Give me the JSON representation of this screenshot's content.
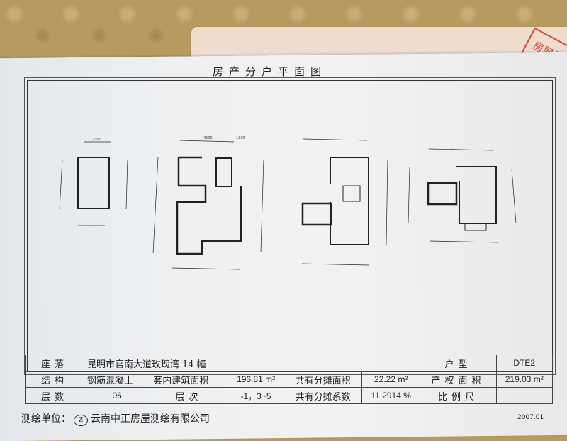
{
  "document": {
    "title": "房产分户平面图",
    "stamp_text": "房屋权属",
    "dimension_labels": [
      "2300",
      "4500",
      "1300"
    ],
    "table": {
      "rows": [
        [
          {
            "label": "座落"
          },
          {
            "value": "昆明市官南大道玫瑰湾 14 幢"
          },
          {
            "label": "户型"
          },
          {
            "value": "DTE2"
          }
        ],
        [
          {
            "label": "结构"
          },
          {
            "value": "钢筋混凝土"
          },
          {
            "label": "套内建筑面积"
          },
          {
            "value": "196.81 m²"
          },
          {
            "label": "共有分摊面积"
          },
          {
            "value": "22.22 m²"
          },
          {
            "label": "产权面积"
          },
          {
            "value": "219.03 m²"
          }
        ],
        [
          {
            "label": "层数"
          },
          {
            "value": "06"
          },
          {
            "label": "层次"
          },
          {
            "value": "-1，3~5"
          },
          {
            "label": "共有分摊系数"
          },
          {
            "value": "11.2914 %"
          },
          {
            "label": "比例尺"
          },
          {
            "value": ""
          }
        ]
      ]
    },
    "footer": {
      "label": "测绘单位：",
      "logo": "Z",
      "company": "云南中正房屋测绘有限公司",
      "date": "2007.01"
    }
  },
  "colors": {
    "paper": "#eef0f2",
    "stamp": "#d24a3a",
    "certificate": "#efdccd",
    "background": "#b79b5e"
  }
}
